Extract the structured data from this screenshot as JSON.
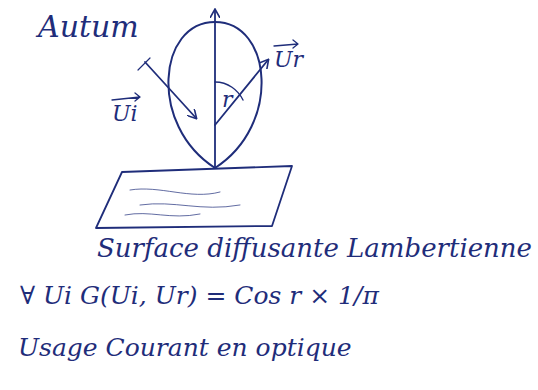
{
  "diagram": {
    "labels": [
      "Autum",
      "Ui",
      "Ur",
      "r",
      "Surface diffusante Lambertienne",
      "∀ Ui G(Ui, Ur) = Cos r × 1/π",
      "Usage Courant en optique"
    ]
  }
}
